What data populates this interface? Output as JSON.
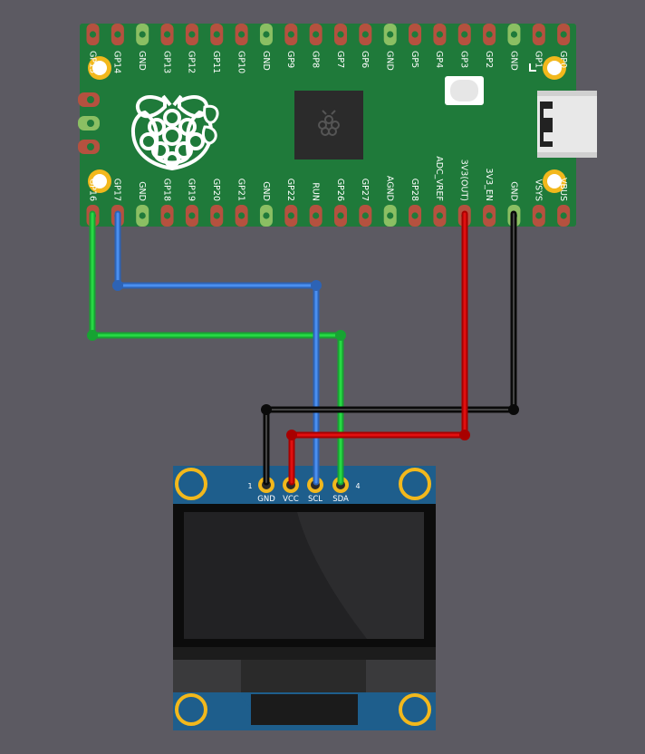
{
  "colors": {
    "background": "#5c5a62",
    "pcb": "#1f7a3a",
    "pin_red": "#b5513f",
    "pin_gnd": "#8bbf63",
    "wire_green": "#1fcc3a",
    "wire_blue": "#3a7ad6",
    "wire_red": "#cc0000",
    "wire_black": "#111111",
    "oled_board": "#1e5e8c",
    "pad_gold": "#f2b81c"
  },
  "pico": {
    "top_pins": [
      "GP14",
      "GND",
      "GP13",
      "GP12",
      "GP11",
      "GP10",
      "GND",
      "GP9",
      "GP8",
      "GP7",
      "GP6",
      "GND",
      "GP5",
      "GP4",
      "GP3",
      "GP2",
      "GND",
      "GP1",
      "GP0"
    ],
    "top_left_pin": "GP15",
    "bottom_left_pin": "GP16",
    "bottom_pins": [
      "GP17",
      "GND",
      "GP18",
      "GP19",
      "GP20",
      "GP21",
      "GND",
      "GP22",
      "RUN",
      "GP26",
      "GP27",
      "AGND",
      "GP28",
      "ADC_VREF",
      "3V3(OUT)",
      "3V3_EN",
      "GND",
      "VSYS",
      "VBUS"
    ]
  },
  "oled": {
    "pin_numbers": [
      "1",
      "4"
    ],
    "pins": [
      "GND",
      "VCC",
      "SCL",
      "SDA"
    ]
  }
}
